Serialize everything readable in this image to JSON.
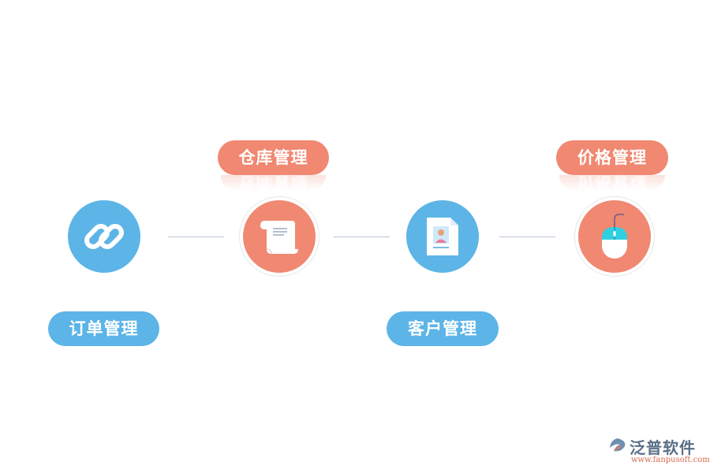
{
  "modules": [
    {
      "label": "订单管理",
      "color": "#5db4e6",
      "icon": "chain-link-icon"
    },
    {
      "label": "仓库管理",
      "color": "#f08872",
      "icon": "scroll-document-icon"
    },
    {
      "label": "客户管理",
      "color": "#5db4e6",
      "icon": "profile-card-icon"
    },
    {
      "label": "价格管理",
      "color": "#f08872",
      "icon": "mouse-icon"
    }
  ],
  "logo": {
    "name": "泛普软件",
    "url": "www.fanpusoft.com"
  }
}
